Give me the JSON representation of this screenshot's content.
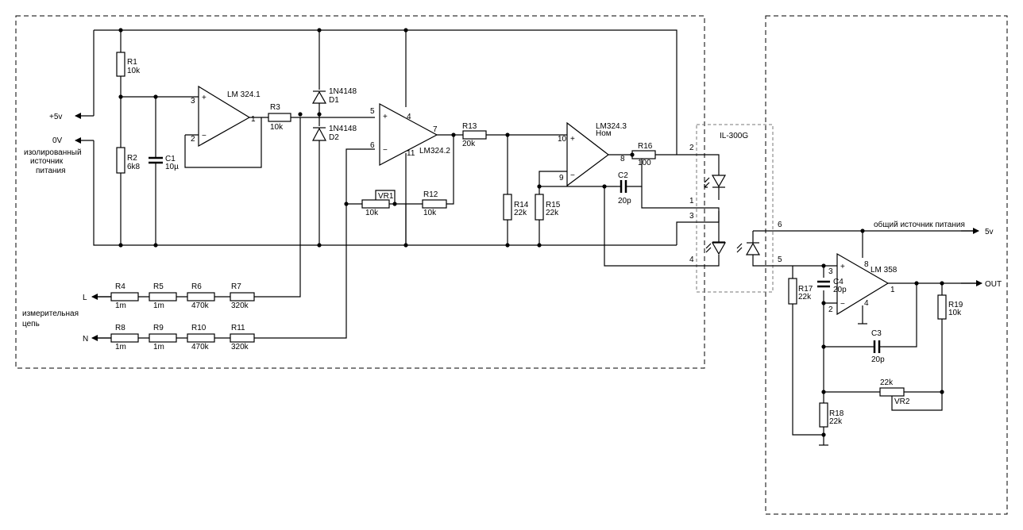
{
  "parts": {
    "r1": "R1",
    "r1v": "10k",
    "r2": "R2",
    "r2v": "6k8",
    "c1": "C1",
    "c1v": "10µ",
    "u1": "LM 324.1",
    "r3": "R3",
    "r3v": "10k",
    "d1": "1N4148",
    "d1r": "D1",
    "d2": "1N4148",
    "d2r": "D2",
    "u2": "LM324.2",
    "r13": "R13",
    "r13v": "20k",
    "u3": "LM324.3",
    "u3b": "Ном",
    "r16": "R16",
    "r16v": "100",
    "c2": "C2",
    "c2v": "20p",
    "vr1": "VR1",
    "vr1v": "10k",
    "r12": "R12",
    "r12v": "10k",
    "r14": "R14",
    "r14v": "22k",
    "r15": "R15",
    "r15v": "22k",
    "r4": "R4",
    "r4v": "1m",
    "r5": "R5",
    "r5v": "1m",
    "r6": "R6",
    "r6v": "470k",
    "r7": "R7",
    "r7v": "320k",
    "r8": "R8",
    "r8v": "1m",
    "r9": "R9",
    "r9v": "1m",
    "r10": "R10",
    "r10v": "470k",
    "r11": "R11",
    "r11v": "320k",
    "opto": "IL-300G",
    "u4": "LM 358",
    "r17": "R17",
    "r17v": "22k",
    "c4": "C4",
    "c4v": "20p",
    "c3": "C3",
    "c3v": "20p",
    "r19": "R19",
    "r19v": "10k",
    "vr2": "VR2",
    "vr2v": "22k",
    "r18": "R18",
    "r18v": "22k"
  },
  "labels": {
    "plus5": "+5v",
    "zero": "0V",
    "iso1": "изолированный",
    "iso2": "источник",
    "iso3": "питания",
    "meas1": "измерительная",
    "meas2": "цепь",
    "L": "L",
    "N": "N",
    "common": "общий источник питания",
    "out5": "5v",
    "out": "OUT"
  },
  "pins": {
    "u1p3": "3",
    "u1p2": "2",
    "u1p1": "1",
    "u2p5": "5",
    "u2p6": "6",
    "u2p4": "4",
    "u2p11": "11",
    "u2p7": "7",
    "u3p10": "10",
    "u3p9": "9",
    "u3p8": "8",
    "op2": "2",
    "op1": "1",
    "op3": "3",
    "op4": "4",
    "op6": "6",
    "op5": "5",
    "u4p3": "3",
    "u4p2": "2",
    "u4p8": "8",
    "u4p4": "4",
    "u4p1": "1"
  }
}
